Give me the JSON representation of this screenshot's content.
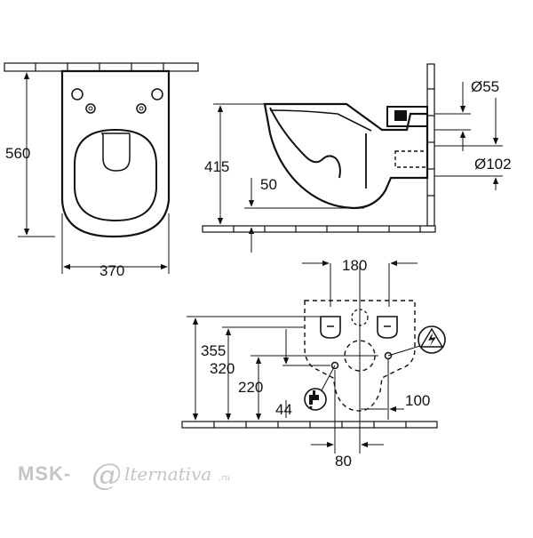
{
  "front_view": {
    "height_label": "560",
    "width_label": "370"
  },
  "side_view": {
    "height_label": "415",
    "offset_label": "50",
    "pipe_small_label": "Ø55",
    "pipe_large_label": "Ø102"
  },
  "installation_view": {
    "bolt_spacing_label": "180",
    "height_355_label": "355",
    "height_320_label": "320",
    "height_220_label": "220",
    "height_44_label": "44",
    "offset_100_label": "100",
    "spacing_80_label": "80"
  },
  "watermark": {
    "prefix": "MSK-",
    "at_symbol": "@",
    "suffix": "lternativa",
    "tld": ".ru"
  },
  "colors": {
    "line": "#111111",
    "hatch": "#777777",
    "watermark": "#c4c4c4"
  },
  "icons": [
    "water-tap-icon",
    "electric-warning-icon"
  ]
}
